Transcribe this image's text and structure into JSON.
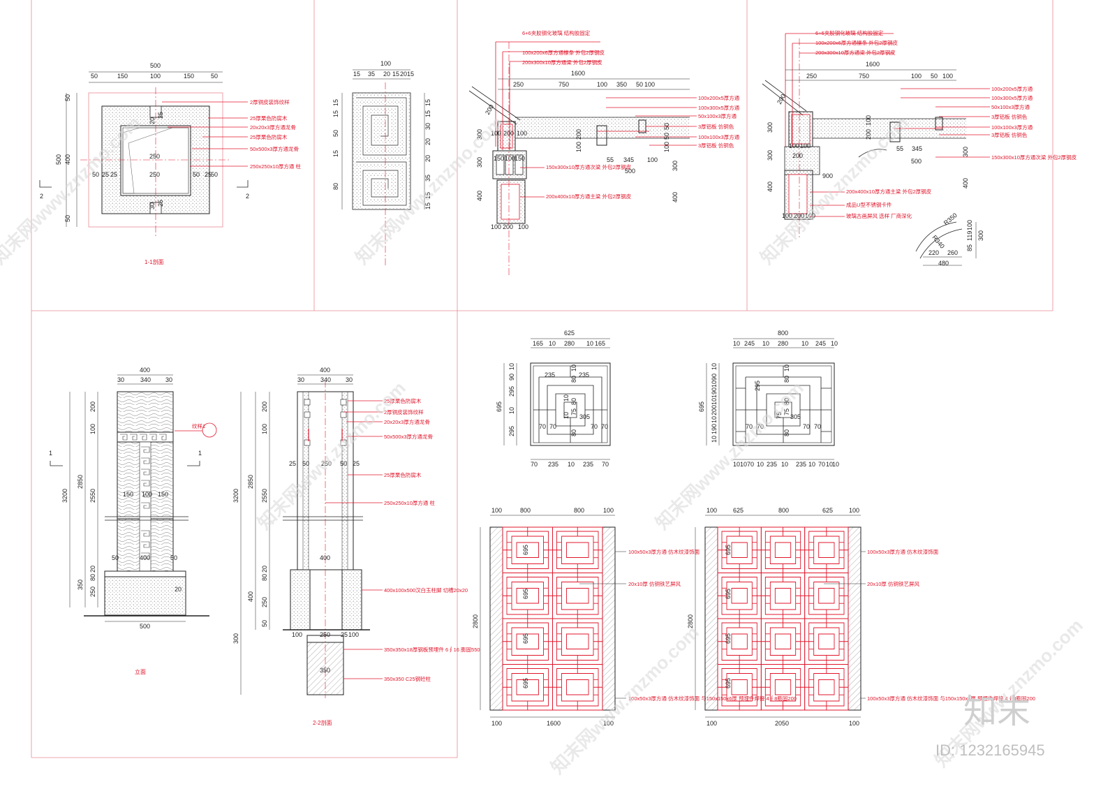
{
  "section_1_1": {
    "title": "1-1剖面",
    "dims_top": [
      "500",
      "50",
      "150",
      "100",
      "150",
      "50"
    ],
    "dims_left": [
      "50",
      "400",
      "500",
      "50"
    ],
    "dims_inner": [
      "250",
      "250",
      "50",
      "25",
      "25",
      "50",
      "20",
      "20",
      "30",
      "30",
      "25",
      "25"
    ],
    "callouts": [
      "2厚铜皮装饰纹样",
      "25厚栗色防腐木",
      "20x20x3厚方通龙骨",
      "25厚栗色防腐木",
      "50x500x3厚方通龙骨",
      "250x250x10厚方通 柱"
    ],
    "cut_mark": "2"
  },
  "pattern_detail": {
    "dims_top": [
      "100",
      "15",
      "35",
      "20",
      "15",
      "20",
      "15"
    ],
    "dims_left": [
      "15",
      "15",
      "50",
      "15",
      "80"
    ],
    "dims_right": [
      "15",
      "15",
      "30",
      "20",
      "20",
      "35",
      "15",
      "15"
    ]
  },
  "section_a": {
    "callouts_top": [
      "6+6夹胶钢化玻璃 结构胶固定",
      "100x200x6厚方通檩条 外包2厚钢皮",
      "200x300x10厚方通梁 外包2厚钢皮"
    ],
    "dims_top": [
      "1600",
      "250",
      "750",
      "100",
      "350",
      "50",
      "100"
    ],
    "callouts_right": [
      "100x200x5厚方通",
      "100x300x5厚方通",
      "50x100x3厚方通",
      "3厚铝板 仿铜色",
      "100x100x3厚方通",
      "3厚铝板 仿铜色"
    ],
    "callouts_left": [
      "150x300x10厚方通次梁 外包2厚钢皮",
      "200x400x10厚方通主梁 外包2厚钢皮"
    ],
    "dims_misc": [
      "200",
      "300",
      "300",
      "400",
      "100",
      "200",
      "100",
      "150",
      "100",
      "150",
      "55",
      "345",
      "100",
      "500",
      "300",
      "400",
      "200",
      "100",
      "50",
      "50",
      "100",
      "50",
      "50",
      "50"
    ]
  },
  "section_b": {
    "callouts_top": [
      "6+6夹胶钢化玻璃 结构胶固定",
      "100x200x6厚方通檩条 外包2厚钢皮",
      "200x300x10厚方通梁 外包2厚钢皮"
    ],
    "dims_top": [
      "1600",
      "250",
      "750",
      "100",
      "50",
      "100"
    ],
    "callouts_right": [
      "100x200x5厚方通",
      "100x300x5厚方通",
      "50x100x3厚方通",
      "3厚铝板 仿铜色",
      "100x100x3厚方通",
      "3厚铝板 仿铜色",
      "150x300x10厚方通次梁 外包2厚钢皮"
    ],
    "callouts_left": [
      "200x400x10厚方通主梁 外包2厚钢皮",
      "成品U型不锈钢卡件",
      "玻璃古画屏风 选样 厂商深化"
    ],
    "dims_misc": [
      "200",
      "300",
      "300",
      "400",
      "100",
      "100",
      "200",
      "900",
      "55",
      "345",
      "500",
      "300",
      "400",
      "100",
      "200",
      "100"
    ],
    "arc": [
      "R350",
      "R340",
      "220",
      "260",
      "480",
      "85",
      "119",
      "100",
      "300"
    ]
  },
  "elevation": {
    "title": "立面",
    "callout": "纹样1",
    "dims_top": [
      "400",
      "30",
      "340",
      "30"
    ],
    "dims_left": [
      "200",
      "100",
      "2850",
      "2550",
      "3200",
      "350",
      "250",
      "20",
      "80"
    ],
    "dims_inner": [
      "150",
      "100",
      "150",
      "50",
      "400",
      "50",
      "20"
    ],
    "dims_bottom": [
      "500"
    ],
    "cut_mark": "1"
  },
  "section_2_2": {
    "title": "2-2剖面",
    "dims_top": [
      "400",
      "30",
      "340",
      "30"
    ],
    "dims_left": [
      "200",
      "100",
      "2850",
      "2550",
      "3200",
      "400",
      "250",
      "20",
      "80",
      "50",
      "300"
    ],
    "dims_inner": [
      "25",
      "50",
      "250",
      "50",
      "25",
      "400",
      "100",
      "250",
      "25",
      "100",
      "350"
    ],
    "callouts": [
      "25厚栗色防腐木",
      "2厚铜皮装饰纹样",
      "20x20x3厚方通龙骨",
      "50x500x3厚方通龙骨",
      "25厚栗色防腐木",
      "250x250x10厚方通 柱",
      "400x100x500汉白玉柱脚 切槽20x20",
      "350x350x18厚钢板预埋件 6∮16 膨固550",
      "350x350 C25钢砼柱"
    ]
  },
  "lattice_a": {
    "dims_top": [
      "625",
      "165",
      "10",
      "280",
      "10",
      "165"
    ],
    "dims_left": [
      "10",
      "90",
      "295",
      "10",
      "295",
      "695"
    ],
    "dims_inner": [
      "235",
      "10",
      "80",
      "10",
      "235",
      "10",
      "10",
      "10",
      "80",
      "75",
      "305",
      "10",
      "10",
      "70",
      "70",
      "10",
      "10",
      "70",
      "70",
      "10",
      "10",
      "80",
      "75",
      "10",
      "80",
      "10",
      "10",
      "10"
    ],
    "dims_bottom": [
      "70",
      "235",
      "10",
      "235",
      "70"
    ]
  },
  "lattice_b": {
    "dims_top": [
      "800",
      "10",
      "245",
      "10",
      "280",
      "10",
      "245",
      "10"
    ],
    "dims_left": [
      "10",
      "90",
      "10",
      "190",
      "10",
      "200",
      "10",
      "190",
      "10",
      "695"
    ],
    "dims_inner": [
      "10",
      "80",
      "10",
      "295",
      "10",
      "305",
      "80",
      "75",
      "10",
      "10",
      "70",
      "70",
      "10",
      "10",
      "70",
      "70",
      "10",
      "10",
      "80",
      "75"
    ],
    "dims_bottom": [
      "10",
      "10",
      "70",
      "10",
      "235",
      "10",
      "235",
      "10",
      "70",
      "10",
      "10"
    ]
  },
  "screen_a": {
    "dims_top": [
      "100",
      "800",
      "800",
      "100"
    ],
    "dims_left": [
      "2800"
    ],
    "dims_cells": [
      "695",
      "695",
      "695",
      "695"
    ],
    "dims_bottom": [
      "100",
      "1600",
      "100"
    ],
    "callouts": [
      "100x50x3厚方通 仿木纹漆饰面",
      "20x10厚 仿铜铁艺屏风",
      "100x50x3厚方通 仿木纹漆饰面 与150x150x6厚 预埋件焊接 4∮8膨固200"
    ]
  },
  "screen_b": {
    "dims_top": [
      "100",
      "625",
      "800",
      "625",
      "100"
    ],
    "dims_left": [
      "2800"
    ],
    "dims_cells": [
      "695",
      "695",
      "695",
      "695"
    ],
    "dims_bottom": [
      "100",
      "2050",
      "100"
    ],
    "callouts": [
      "100x50x3厚方通 仿木纹漆饰面",
      "20x10厚 仿铜铁艺屏风",
      "100x50x3厚方通 仿木纹漆饰面 与150x150x6厚 预埋件焊接 4∮8膨固200"
    ]
  },
  "watermark": {
    "text": "知末网www.znzmo.com",
    "brand": "知末",
    "id": "ID: 1232165945"
  },
  "colors": {
    "red": "#e0162b",
    "frame": "#e88a93",
    "ink": "#222222"
  }
}
